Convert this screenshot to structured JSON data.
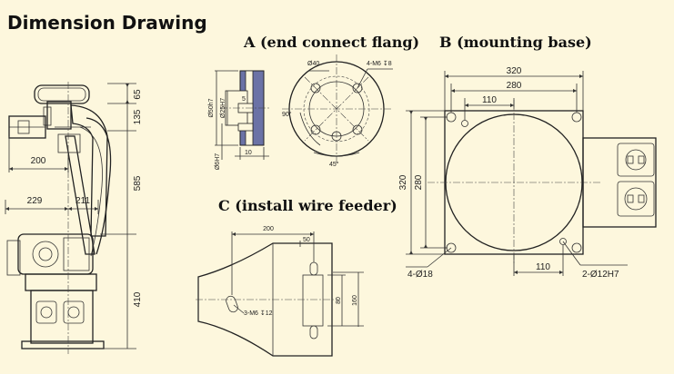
{
  "title": "Dimension Drawing",
  "sections": {
    "a": "A (end connect flang)",
    "b": "B (mounting base)",
    "c": "C (install wire feeder)"
  },
  "robot": {
    "d65": "65",
    "d135": "135",
    "d585": "585",
    "d410": "410",
    "d200": "200",
    "d229": "229",
    "d211": "211"
  },
  "flange": {
    "d50h7": "Ø50h7",
    "d25h7": "Ø25H7",
    "d6h7": "Ø6H7",
    "d5": "5",
    "d10": "10",
    "d40": "Ø40",
    "bolt": "4-M6 ↧8",
    "a90": "90°",
    "a45": "45°"
  },
  "base": {
    "d320w": "320",
    "d280w": "280",
    "d110t": "110",
    "d320h": "320",
    "d280h": "280",
    "d110b": "110",
    "holes4": "4-Ø18",
    "holes2": "2-Ø12H7"
  },
  "feeder": {
    "d200": "200",
    "d50": "50",
    "d80": "80",
    "d160": "160",
    "bolt": "3-M6 ↧12"
  }
}
